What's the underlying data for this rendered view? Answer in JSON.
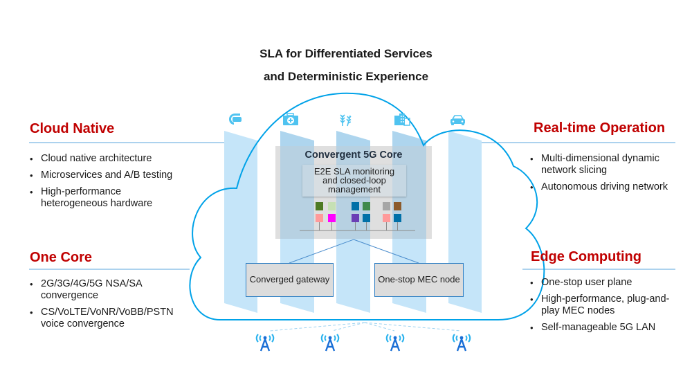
{
  "title": {
    "line1": "SLA for Differentiated Services",
    "line2": "and Deterministic Experience"
  },
  "left": {
    "cloud_native": {
      "heading": "Cloud Native",
      "items": [
        "Cloud native architecture",
        "Microservices and A/B testing",
        "High-performance heterogeneous hardware"
      ]
    },
    "one_core": {
      "heading": "One Core",
      "items": [
        "2G/3G/4G/5G NSA/SA convergence",
        "CS/VoLTE/VoNR/VoBB/PSTN voice convergence"
      ]
    }
  },
  "right": {
    "realtime": {
      "heading": "Real-time Operation",
      "items": [
        "Multi-dimensional dynamic network slicing",
        "Autonomous driving network"
      ]
    },
    "edge": {
      "heading": "Edge Computing",
      "items": [
        "One-stop user plane",
        "High-performance, plug-and-play MEC nodes",
        "Self-manageable 5G LAN"
      ]
    }
  },
  "core": {
    "title": "Convergent 5G Core",
    "subtitle_lines": [
      "E2E SLA monitoring",
      "and closed-loop",
      "management"
    ],
    "slices": [
      {
        "top": "#4e7a23",
        "bottom": "#ff9a9a"
      },
      {
        "top": "#c6e0b4",
        "bottom": "#ff00ff"
      },
      {
        "top": "#0070a8",
        "bottom": "#6a3fb5"
      },
      {
        "top": "#3f8a4d",
        "bottom": "#0070a8"
      },
      {
        "top": "#a6a6a6",
        "bottom": "#ff9a9a"
      },
      {
        "top": "#8c5a2b",
        "bottom": "#0070a8"
      }
    ]
  },
  "nodes": {
    "gateway": "Converged gateway",
    "mec": "One-stop MEC node"
  },
  "service_icons": [
    "vr-headset-icon",
    "medical-kit-icon",
    "agriculture-wheat-icon",
    "city-buildings-icon",
    "car-icon"
  ],
  "base_station_icons": [
    "base-station-icon",
    "base-station-icon",
    "base-station-icon",
    "base-station-icon"
  ],
  "colors": {
    "accent_red": "#c00000",
    "cloud_blue": "#00a2e8",
    "rule_blue": "#5aa5de",
    "pillar_blue": "#c5e5f9"
  }
}
